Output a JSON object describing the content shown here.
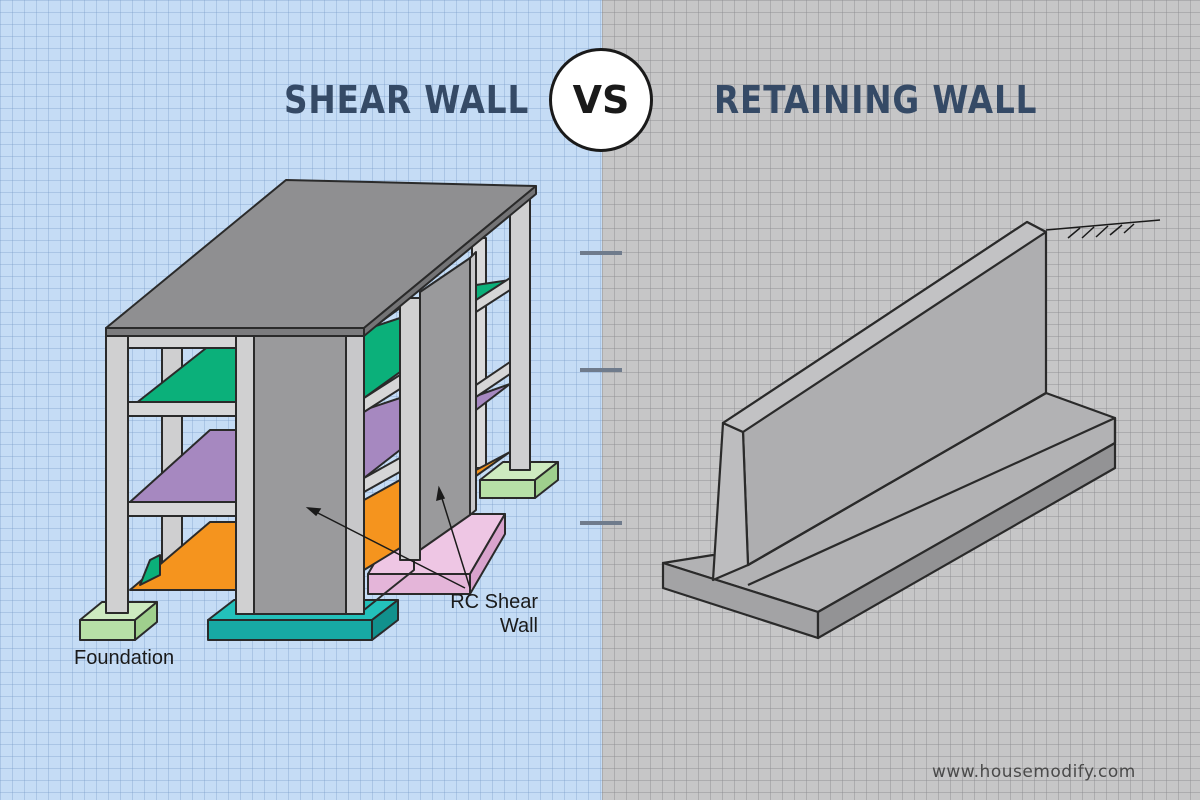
{
  "header": {
    "left_title": "SHEAR WALL",
    "vs_label": "VS",
    "right_title": "RETAINING WALL"
  },
  "labels": {
    "foundation": "Foundation",
    "rc_shear_wall_line1": "RC Shear",
    "rc_shear_wall_line2": "Wall"
  },
  "footer": {
    "website": "www.housemodify.com"
  },
  "colors": {
    "left_background": "#c5dcf5",
    "right_background": "#c6c6c7",
    "title_color": "#354a66",
    "slab_green": "#0bb07a",
    "slab_purple": "#a688c0",
    "slab_orange": "#f5941e",
    "footing_light_green": "#b7e0a7",
    "footing_teal": "#17a9a4",
    "footing_pink": "#e4b5d9"
  }
}
